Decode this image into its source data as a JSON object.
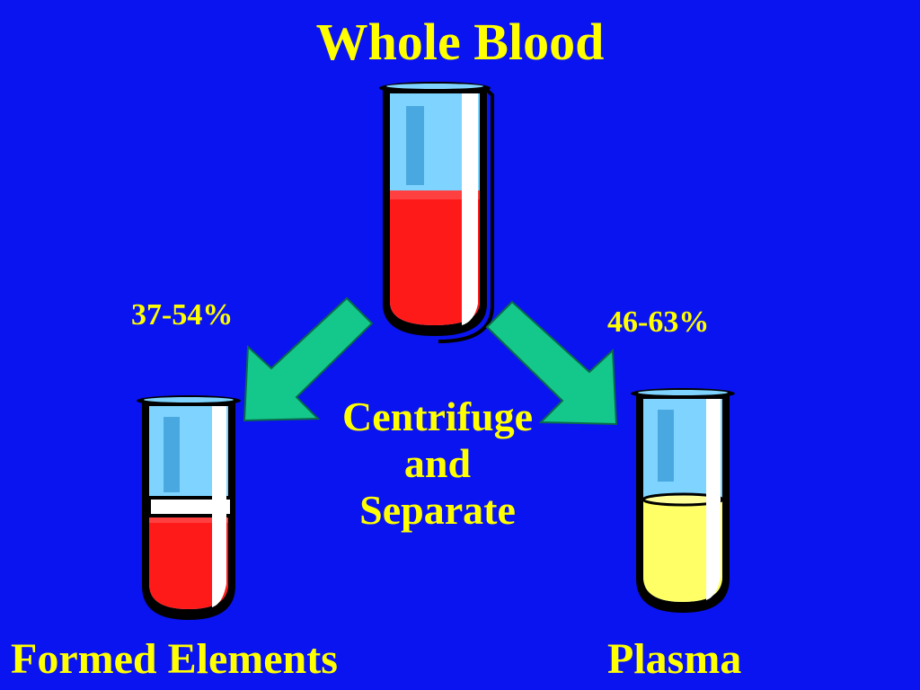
{
  "slide": {
    "title": "Whole Blood",
    "separation": {
      "left_percent": "37-54%",
      "right_percent": "46-63%",
      "process_lines": [
        "Centrifuge",
        "and",
        "Separate"
      ]
    },
    "components": {
      "left": "Formed Elements",
      "right": "Plasma"
    }
  },
  "colors": {
    "background": "#0a14f0",
    "text": "#ffff00",
    "arrow": "#14c88c",
    "blood": "#ff1a1a",
    "plasma": "#ffff66",
    "glass": "#7fd4ff",
    "buffy_coat": "#ffffff"
  },
  "icons": {
    "whole_blood_tube": "test-tube-blood-icon",
    "formed_elements_tube": "test-tube-formed-elements-icon",
    "plasma_tube": "test-tube-plasma-icon",
    "left_arrow": "arrow-down-left-icon",
    "right_arrow": "arrow-down-right-icon"
  }
}
